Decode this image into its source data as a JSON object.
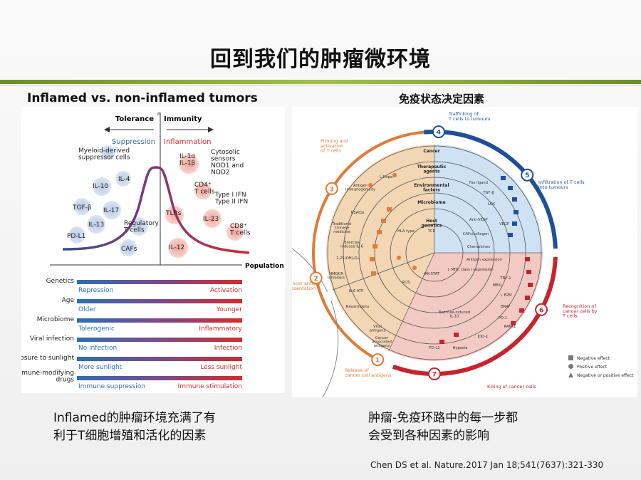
{
  "slide": {
    "title": "回到我们的肿瘤微环境",
    "left_heading": "Inflamed vs. non-inflamed tumors",
    "right_heading": "免疫状态决定因素",
    "left_caption_line1": "Inflamed的肿瘤环境充满了有",
    "left_caption_line2": "利于T细胞增殖和活化的因素",
    "right_caption_line1": "肿瘤-免疫环路中的每一步都",
    "right_caption_line2": "会受到各种因素的影响",
    "citation": "Chen DS et al. Nature.2017 Jan 18;541(7637):321-330"
  },
  "left_figure": {
    "tolerance": "Tolerance",
    "immunity": "Immunity",
    "suppression": "Suppression",
    "inflammation": "Inflammation",
    "population": "Population",
    "left_labels": [
      "Myeloid-derived\nsuppressor cells",
      "IL-10",
      "IL-4",
      "TGF-β",
      "IL-17",
      "IL-13",
      "PD-L1",
      "Regulatory\nT cells",
      "CAFs"
    ],
    "right_labels": [
      "IL-1α\nIL-1β",
      "Cytosolic\nsensors\nNOD1 and\nNOD2",
      "CD4⁺\nT cells",
      "Type I IFN\nType II IFN",
      "TLRs",
      "IL-23",
      "CD8⁺\nT cells",
      "IL-12"
    ],
    "factor_rows": [
      {
        "factor": "Genetics",
        "low": "Repression",
        "high": "Activation"
      },
      {
        "factor": "Age",
        "low": "Older",
        "high": "Younger"
      },
      {
        "factor": "Microbiome",
        "low": "Tolerogenic",
        "high": "Inflammatory"
      },
      {
        "factor": "Viral infection",
        "low": "No infection",
        "high": "Infection"
      },
      {
        "factor": "Exposure to sunlight",
        "low": "More sunlight",
        "high": "Less sunlight"
      },
      {
        "factor": "Immune-modifying\ndrugs",
        "low": "Immune suppression",
        "high": "Immune stimulation"
      }
    ],
    "colors": {
      "blue": "#2d6fb5",
      "red": "#d42b2b",
      "curve_blue": "#3a4d8f"
    }
  },
  "right_figure": {
    "steps": [
      {
        "num": "1",
        "label": "Release of\ncancer cell antigens"
      },
      {
        "num": "2",
        "label": "Cancer antigen\npresentation"
      },
      {
        "num": "3",
        "label": "Priming and\nactivation\nof T cells"
      },
      {
        "num": "4",
        "label": "Trafficking of\nT cells to tumours"
      },
      {
        "num": "5",
        "label": "Infiltration of T cells\ninto tumours"
      },
      {
        "num": "6",
        "label": "Recognition of\ncancer cells by\nT cells"
      },
      {
        "num": "7",
        "label": "Killing of cancer cells"
      }
    ],
    "center_labels": [
      "Cancer",
      "Therapeutic\nagents",
      "Environmental\nfactors",
      "Microbiome",
      "Host\ngenetics"
    ],
    "sector_labels": [
      "Fas ligand",
      "TGF-β",
      "LOX",
      "Anti-VEGF",
      "VEGF",
      "CAFs/collagen",
      "Chemokines",
      "Antigen expression",
      "↓ MHC class I expression",
      "TNF-1",
      "MEKi",
      "↓ B2M",
      "BRAF",
      "PD-1",
      "RANKL",
      "IDO-1",
      "Hypoxia",
      "PD-L1",
      "Exercise-induced\nIL-10",
      "JAK-STAT",
      "ROS",
      "Neoantigens",
      "Viral\nantigens",
      "Cancer\nassociated\nantigens",
      "HLA type",
      "TCR",
      "Traditional\nChinese\nmedicine",
      "Exercise\ninduced IL-6",
      "1,25(OH)₂D₃",
      "HMGCR\ninhibitors",
      "IL-6 ATP",
      "Antigen\nimmunogenicity",
      "L-Dopa",
      "NSAIDs"
    ],
    "legend": [
      {
        "shape": "square",
        "label": "Negative effect"
      },
      {
        "shape": "circle",
        "label": "Positive effect"
      },
      {
        "shape": "triangle",
        "label": "Negative or positive effect"
      }
    ],
    "colors": {
      "tan": "#f3d6b3",
      "blue": "#cfe2f3",
      "pink": "#f3c9c4",
      "orange": "#e07b3a",
      "navy": "#1f4f9a",
      "red": "#c8232c"
    }
  }
}
